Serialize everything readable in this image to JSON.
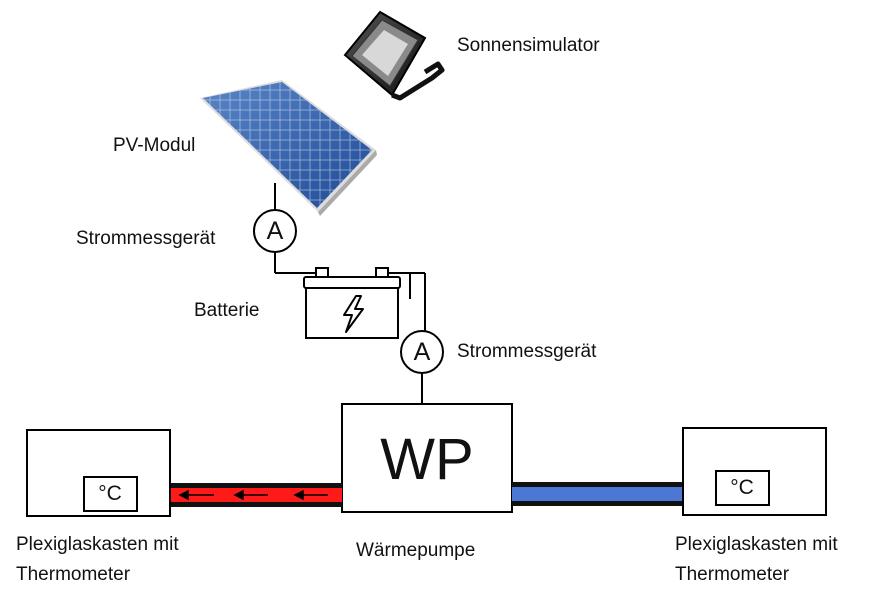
{
  "labels": {
    "sun_simulator": "Sonnensimulator",
    "pv_module": "PV-Modul",
    "current_meter_top": "Strommessgerät",
    "battery": "Batterie",
    "current_meter_right": "Strommessgerät",
    "heat_pump_label": "Wärmepumpe",
    "box_left": "Plexiglaskasten mit Thermometer",
    "box_right": "Plexiglaskasten mit Thermometer"
  },
  "symbols": {
    "ammeter": "A",
    "heat_pump": "WP",
    "thermometer_unit": "°C"
  },
  "colors": {
    "hot_pipe": "#ff1a1a",
    "cold_pipe": "#4a78d4",
    "pv_cells": "#2f5fa8",
    "line": "#000000"
  },
  "icons": {
    "battery_symbol": "lightning-bolt-icon",
    "flow_arrows": "arrow-left-icon"
  }
}
